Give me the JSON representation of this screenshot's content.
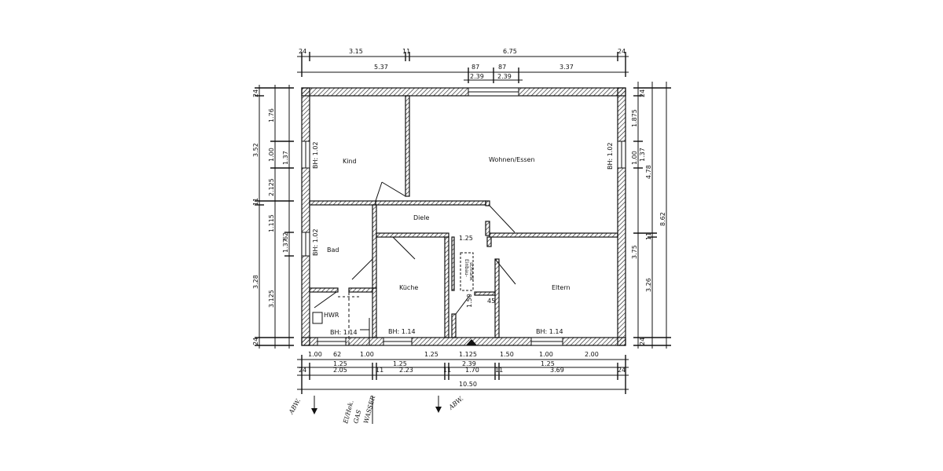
{
  "rooms": {
    "kind": "Kind",
    "wohnen": "Wohnen/Essen",
    "diele": "Diele",
    "bad": "Bad",
    "kueche": "Küche",
    "eltern": "Eltern",
    "hwr": "HWR"
  },
  "labels": {
    "bh_kind": "BH: 1.02",
    "bh_bad": "BH: 1.02",
    "bh_wohnen": "BH: 1.02",
    "bh_hwr": "BH: 1.14",
    "bh_kueche": "BH: 1.14",
    "bh_eltern": "BH: 1.14",
    "diele_width": "1.25",
    "einbau": "Einbau-",
    "schrank": "schrank",
    "kueche_wall": "1.50",
    "kueche_side": "45"
  },
  "dimensions": {
    "top_row1": [
      "24",
      "3.15",
      "11",
      "6.75",
      "24"
    ],
    "top_row2": [
      "5.37",
      "87",
      "87",
      "3.37"
    ],
    "top_row3": [
      "2.39",
      "2.39"
    ],
    "left_outer": [
      "24",
      "3.52",
      "11",
      "3.28",
      "24"
    ],
    "left_middle": [
      "1.76",
      "1.00",
      "2.125",
      "1.115",
      "3.125"
    ],
    "left_inner": [
      "1.37",
      "1.37",
      "62"
    ],
    "right_outer": [
      "24",
      "4.78",
      "8.62",
      "3.26",
      "24"
    ],
    "right_middle": [
      "1.875",
      "1.00",
      "3.75"
    ],
    "right_inner": [
      "1.37",
      "11"
    ],
    "bottom_row1": [
      "1.00",
      "62",
      "1.00",
      "1.25",
      "1.125",
      "1.50",
      "1.00",
      "2.00"
    ],
    "bottom_row2": [
      "1.25",
      "1.25",
      "2.39",
      "1.25"
    ],
    "bottom_row3": [
      "24",
      "2.05",
      "11",
      "2.23",
      "11",
      "1.70",
      "11",
      "3.69",
      "24"
    ],
    "bottom_total": "10.50"
  },
  "notes": {
    "abw_left": "ABW.",
    "abw_right": "ABW.",
    "gas": "GAS",
    "wasser": "WASSER",
    "elek": "El/Hek."
  }
}
